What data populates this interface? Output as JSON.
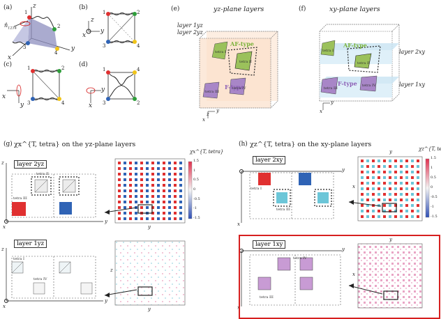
{
  "panels": {
    "a": "(a)",
    "b": "(b)",
    "c": "(c)",
    "d": "(d)",
    "e": "(e)",
    "f": "(f)",
    "g": "(g)",
    "h": "(h)"
  },
  "axes": {
    "x": "x",
    "y": "y",
    "z": "z"
  },
  "vertex_labels": [
    "1",
    "2",
    "3",
    "4"
  ],
  "vector_label": "n̂",
  "vector_sub": "1234",
  "e_title": "yz-plane layers",
  "f_title": "xy-plane layers",
  "e_layer1": "layer 1yz",
  "e_layer2": "layer 2yz",
  "f_layer2": "layer 2xy",
  "f_layer1": "layer 1xy",
  "af_type": "AF-type",
  "f_type": "F-type",
  "tetra": {
    "I": "tetra I",
    "II": "tetra II",
    "III": "tetra III",
    "IV": "tetra IV"
  },
  "g_title": "χx^{T, tetra} on the yz-plane layers",
  "h_title": "χz^{T, tetra} on the xy-plane layers",
  "g_layer2": "layer 2yz",
  "g_layer1": "layer 1yz",
  "h_layer2": "layer 2xy",
  "h_layer1": "layer 1xy",
  "colorbar_g": {
    "label": "χx^{T, tetra}",
    "ticks": [
      "1.5",
      "1",
      "0.5",
      "0",
      "-0.5",
      "-1",
      "-1.5"
    ]
  },
  "colorbar_h": {
    "label": "χz^{T, tetra}",
    "ticks": [
      "1.5",
      "1",
      "0.5",
      "0",
      "-0.5",
      "-1",
      "-1.5"
    ]
  },
  "colors": {
    "red": "#e03030",
    "blue": "#2f63b5",
    "green": "#2e9e3a",
    "yellow": "#f0c419",
    "cyan": "#6cc6d8",
    "pink": "#e58ab5",
    "frame": "#d61f1f"
  }
}
